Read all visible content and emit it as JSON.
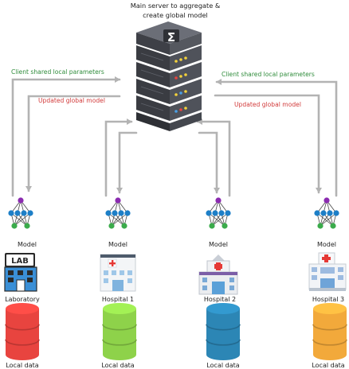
{
  "server": {
    "title_line1": "Main server to aggregate &",
    "title_line2": "create global model",
    "symbol": "Σ"
  },
  "flows": {
    "left_shared": "Client  shared local parameters",
    "left_updated": "Updated global model",
    "right_shared": "Client  shared local parameters",
    "right_updated": "Updated global model"
  },
  "clients": [
    {
      "model_label": "Model",
      "site_label": "Laboratory",
      "data_label": "Local data",
      "db_color": "#e8443f",
      "sign": "LAB"
    },
    {
      "model_label": "Model",
      "site_label": "Hospital 1",
      "data_label": "Local data",
      "db_color": "#8ed24a"
    },
    {
      "model_label": "Model",
      "site_label": "Hospital 2",
      "data_label": "Local data",
      "db_color": "#2c86b5"
    },
    {
      "model_label": "Model",
      "site_label": "Hospital 3",
      "data_label": "Local data",
      "db_color": "#f2a93b"
    }
  ],
  "colors": {
    "arrow": "#b3b3b3",
    "server_body": "#4a4d55",
    "node_top": "#8b2bb0",
    "node_mid": "#1d7fc7",
    "node_bottom": "#3bab4b",
    "shared_text": "#2e8b3a",
    "updated_text": "#d23a3a"
  }
}
